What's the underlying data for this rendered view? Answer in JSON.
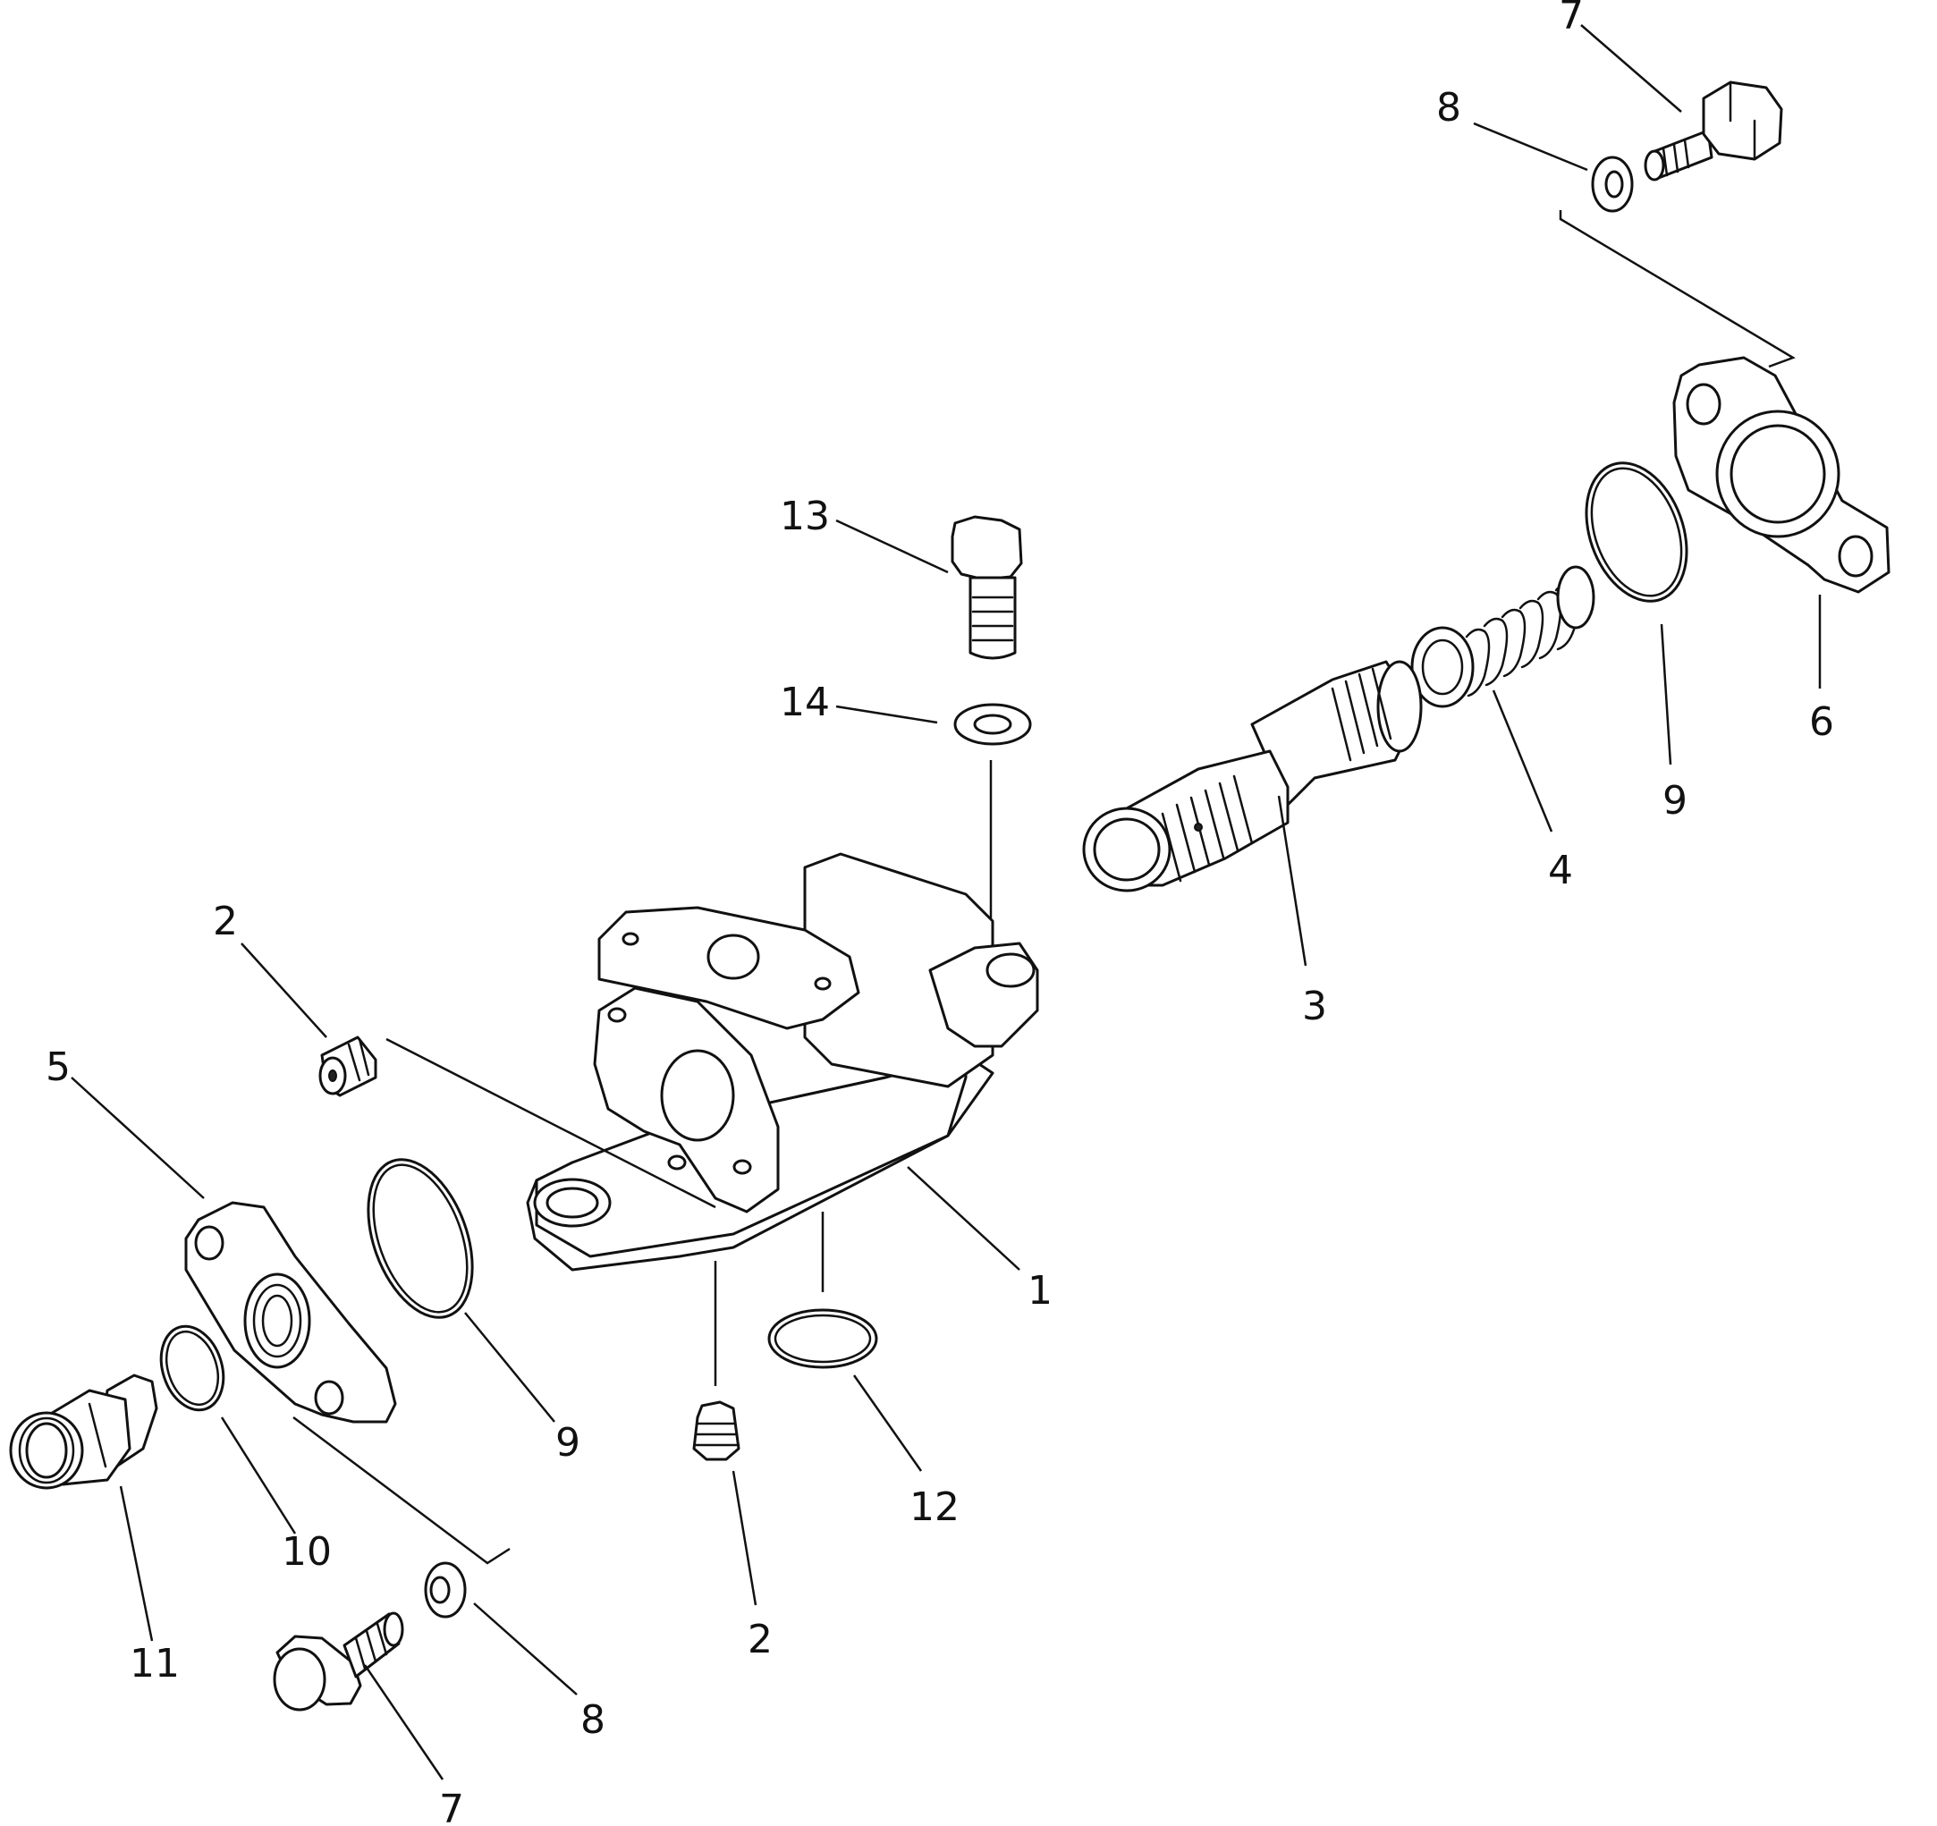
{
  "labels": {
    "body": "1",
    "plug_top": "2",
    "plug_bottom": "2",
    "valve": "3",
    "spring": "4",
    "cover_left": "5",
    "cover_right": "6",
    "bolt_top": "7",
    "bolt_bottom": "7",
    "washer_top": "8",
    "washer_bottom": "8",
    "oring_right": "9",
    "oring_left": "9",
    "oring_small": "10",
    "elbow": "11",
    "oring_bottom": "12",
    "bolt_center": "13",
    "washer_center": "14"
  },
  "colors": {
    "line": "#111111",
    "background": "#ffffff"
  }
}
